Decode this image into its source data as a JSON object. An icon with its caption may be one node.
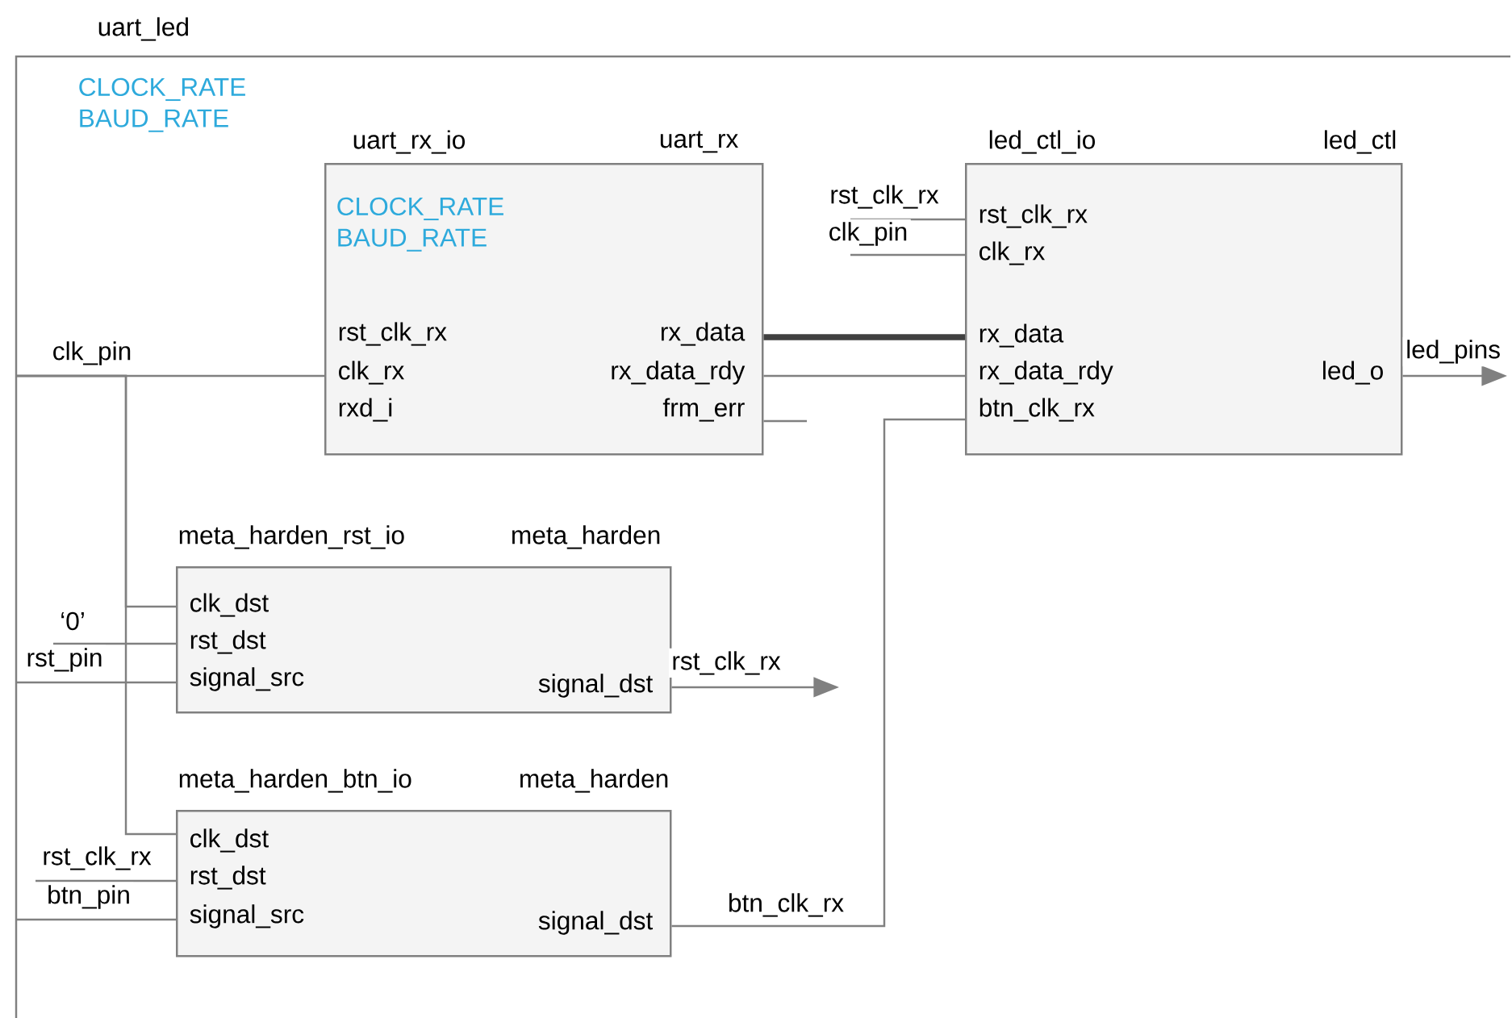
{
  "diagram": {
    "nodes": [
      {
        "text": [
          "uart_led",
          "CLOCK_RATE BAUD_RATE"
        ]
      },
      {
        "text": [
          "uart_rx_io",
          "uart_rx",
          "CLOCK_RATE BAUD_RATE",
          "rst_clk_rx",
          "clk_rx",
          "rxd_i",
          "rx_data",
          "rx_data_rdy",
          "frm_err"
        ],
        "in": 0
      },
      {
        "text": [
          "led_ctl_io",
          "led_ctl",
          "rst_clk_rx",
          "clk_rx",
          "rx_data",
          "rx_data_rdy",
          "btn_clk_rx",
          "led_o"
        ],
        "in": 0
      },
      {
        "text": [
          "meta_harden_rst_io",
          "meta_harden",
          "clk_dst",
          "rst_dst",
          "signal_src",
          "signal_dst"
        ],
        "in": 0
      },
      {
        "text": [
          "meta_harden_btn_io",
          "meta_harden",
          "clk_dst",
          "rst_dst",
          "signal_src",
          "signal_dst"
        ],
        "in": 0
      }
    ],
    "edges": [
      {
        "from": null,
        "to": 1,
        "arrow": "none",
        "label": "clk_pin"
      },
      {
        "from": null,
        "to": 3,
        "arrow": "none"
      },
      {
        "from": null,
        "to": 4,
        "arrow": "none"
      },
      {
        "from": null,
        "to": 3,
        "arrow": "none",
        "label": "‘0’"
      },
      {
        "from": null,
        "to": 3,
        "arrow": "none",
        "label": "rst_pin"
      },
      {
        "from": null,
        "to": 4,
        "arrow": "none",
        "label": "rst_clk_rx"
      },
      {
        "from": null,
        "to": 4,
        "arrow": "none",
        "label": "btn_pin"
      },
      {
        "from": 1,
        "to": 2,
        "arrow": "none",
        "style": "thick"
      },
      {
        "from": 1,
        "to": 2,
        "arrow": "none"
      },
      {
        "from": 1,
        "to": null,
        "arrow": "none"
      },
      {
        "from": null,
        "to": 2,
        "arrow": "none",
        "label": "rst_clk_rx"
      },
      {
        "from": null,
        "to": 2,
        "arrow": "none",
        "label": "clk_pin"
      },
      {
        "from": 4,
        "to": 2,
        "arrow": "none",
        "label": "btn_clk_rx"
      },
      {
        "from": 3,
        "to": null,
        "arrow": "to",
        "label": "rst_clk_rx"
      },
      {
        "from": 2,
        "to": null,
        "arrow": "to",
        "label": "led_pins"
      }
    ]
  }
}
